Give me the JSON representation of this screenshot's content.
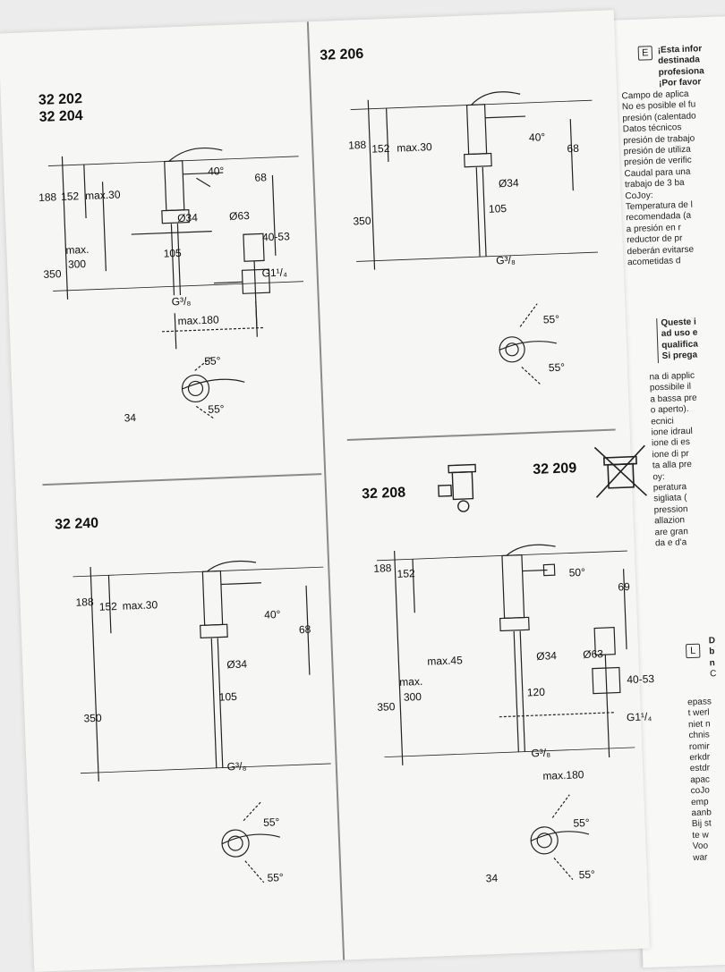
{
  "sections": {
    "s1": {
      "codes": [
        "32 202",
        "32 204"
      ],
      "dims": {
        "h188": "188",
        "d152": "152",
        "max30": "max.30",
        "a40": "40°",
        "d68": "68",
        "o34": "Ø34",
        "o63": "Ø63",
        "d105": "105",
        "max": "max.",
        "d300": "300",
        "d350": "350",
        "d4053": "40-53",
        "g114": "G1¹/₄",
        "g38": "G³/₈",
        "max180": "max.180",
        "a55a": "55°",
        "a55b": "55°",
        "d34": "34"
      }
    },
    "s2": {
      "code": "32 206",
      "dims": {
        "h188": "188",
        "d152": "152",
        "max30": "max.30",
        "a40": "40°",
        "d68": "68",
        "o34": "Ø34",
        "d105": "105",
        "d350": "350",
        "g38": "G³/₈",
        "a55a": "55°",
        "a55b": "55°"
      }
    },
    "s3": {
      "code": "32 240",
      "dims": {
        "h188": "188",
        "d152": "152",
        "max30": "max.30",
        "a40": "40°",
        "d68": "68",
        "o34": "Ø34",
        "d105": "105",
        "d350": "350",
        "g38": "G³/₈",
        "a55a": "55°",
        "a55b": "55°"
      }
    },
    "s4": {
      "code": "32 208",
      "code2": "32 209",
      "dims": {
        "h188": "188",
        "d152": "152",
        "max45": "max.45",
        "a50": "50°",
        "d69": "69",
        "o34": "Ø34",
        "o63": "Ø63",
        "max": "max.",
        "d300": "300",
        "d350": "350",
        "d120": "120",
        "d4053": "40-53",
        "g114": "G1¹/₄",
        "g38": "G³/₈",
        "max180": "max.180",
        "a55a": "55°",
        "a55b": "55°",
        "d34": "34"
      }
    }
  },
  "side_text": {
    "spanish": {
      "lang_code": "E",
      "lines": [
        "¡Esta infor",
        "destinada",
        "profesiona",
        "¡Por favor"
      ],
      "body": [
        "Campo de aplica",
        "No es posible el fu",
        "presión (calentado",
        "Datos técnicos",
        "presión de trabajo",
        "presión de utiliza",
        "presión de verific",
        "Caudal para una",
        "trabajo de 3 ba",
        "CoJoy:",
        "Temperatura de l",
        "recomendada (a",
        "a presión en r",
        "reductor de pr",
        "deberán evitarse",
        "acometidas d"
      ]
    },
    "italian": {
      "lines": [
        "Queste i",
        "ad uso e",
        "qualifica",
        "Si prega"
      ],
      "body": [
        "na di applic",
        "possibile il",
        "a bassa pre",
        "o aperto).",
        "ecnici",
        "ione idraul",
        "ione di es",
        "ione di pr",
        "ta alla pre",
        "oy:",
        "peratura",
        "sigliata (",
        "pression",
        "allazion",
        "are gran",
        "da e d'a"
      ]
    },
    "dutch": {
      "lang_code": "L",
      "lines": [
        "D",
        "b",
        "n",
        "C"
      ],
      "body": [
        "epass",
        "t werl",
        "niet n",
        "chnis",
        "romir",
        "erkdr",
        "estdr",
        "apac",
        "coJo",
        "emp",
        "aanb",
        "Bij st",
        "te w",
        "Voo",
        "war"
      ]
    }
  }
}
